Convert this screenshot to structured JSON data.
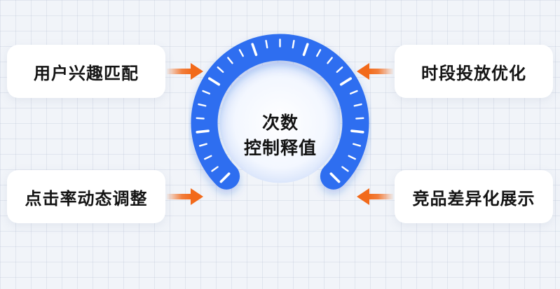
{
  "center": {
    "line1": "次数",
    "line2": "控制释值"
  },
  "cards": {
    "top_left": "用户兴趣匹配",
    "bottom_left": "点击率动态调整",
    "top_right": "时段投放优化",
    "bottom_right": "竞品差异化展示"
  },
  "colors": {
    "gauge_blue": "#2d6ef0",
    "gauge_blue_dark": "#1f57d6",
    "arrow_orange": "#f26a1b",
    "card_bg": "#ffffff",
    "text": "#141414"
  }
}
